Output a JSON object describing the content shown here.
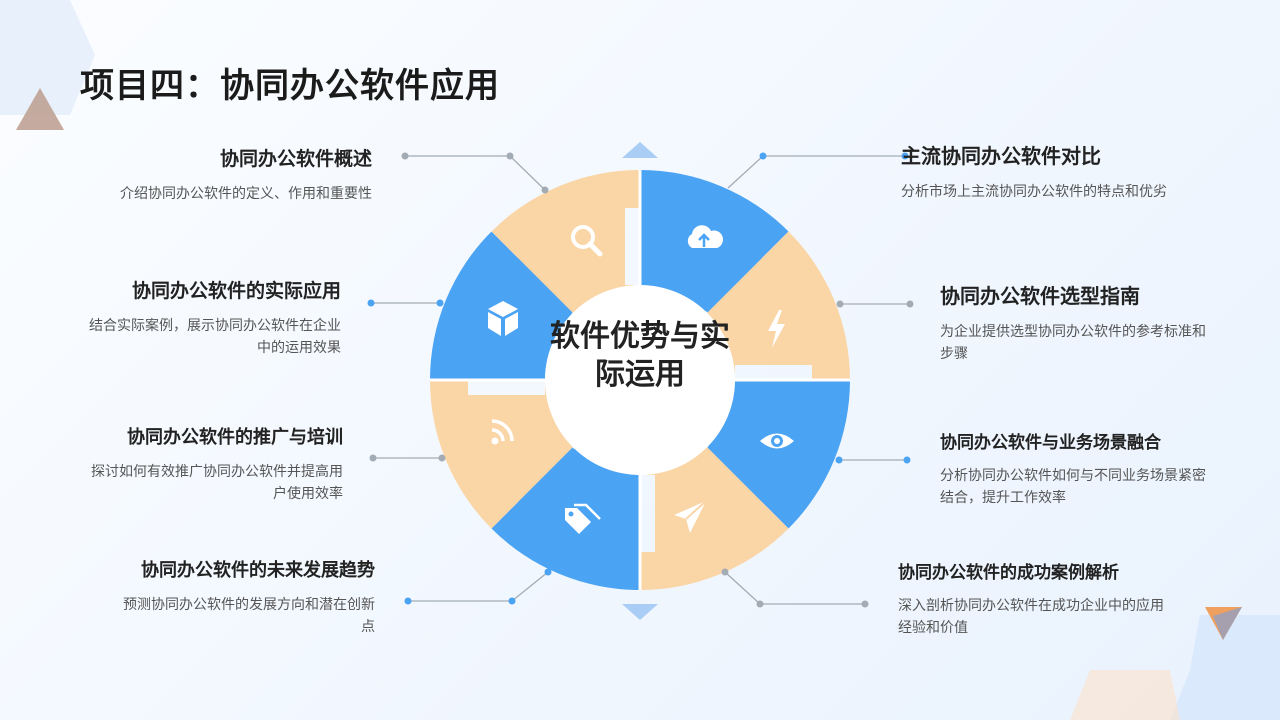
{
  "page": {
    "title": "项目四：协同办公软件应用",
    "center_label": "软件优势与实际运用"
  },
  "colors": {
    "blue": "#4ba3f3",
    "peach": "#fad5a5",
    "title": "#1b1b1b",
    "line": "#9aa3ad"
  },
  "icons": [
    "upload-cloud-icon",
    "flash-icon",
    "eye-icon",
    "send-icon",
    "tags-icon",
    "rss-icon",
    "cube-icon",
    "search-icon"
  ],
  "items": {
    "i1": {
      "title": "协同办公软件概述",
      "desc": "介绍协同办公软件的定义、作用和重要性"
    },
    "i2": {
      "title": "协同办公软件的实际应用",
      "desc": "结合实际案例，展示协同办公软件在企业中的运用效果"
    },
    "i3": {
      "title": "协同办公软件的推广与培训",
      "desc": "探讨如何有效推广协同办公软件并提高用户使用效率"
    },
    "i4": {
      "title": "协同办公软件的未来发展趋势",
      "desc": "预测协同办公软件的发展方向和潜在创新点"
    },
    "i5": {
      "title": "主流协同办公软件对比",
      "desc": "分析市场上主流协同办公软件的特点和优劣"
    },
    "i6": {
      "title": "协同办公软件选型指南",
      "desc": "为企业提供选型协同办公软件的参考标准和步骤"
    },
    "i7": {
      "title": "协同办公软件与业务场景融合",
      "desc": "分析协同办公软件如何与不同业务场景紧密结合，提升工作效率"
    },
    "i8": {
      "title": "协同办公软件的成功案例解析",
      "desc": "深入剖析协同办公软件在成功企业中的应用经验和价值"
    }
  }
}
